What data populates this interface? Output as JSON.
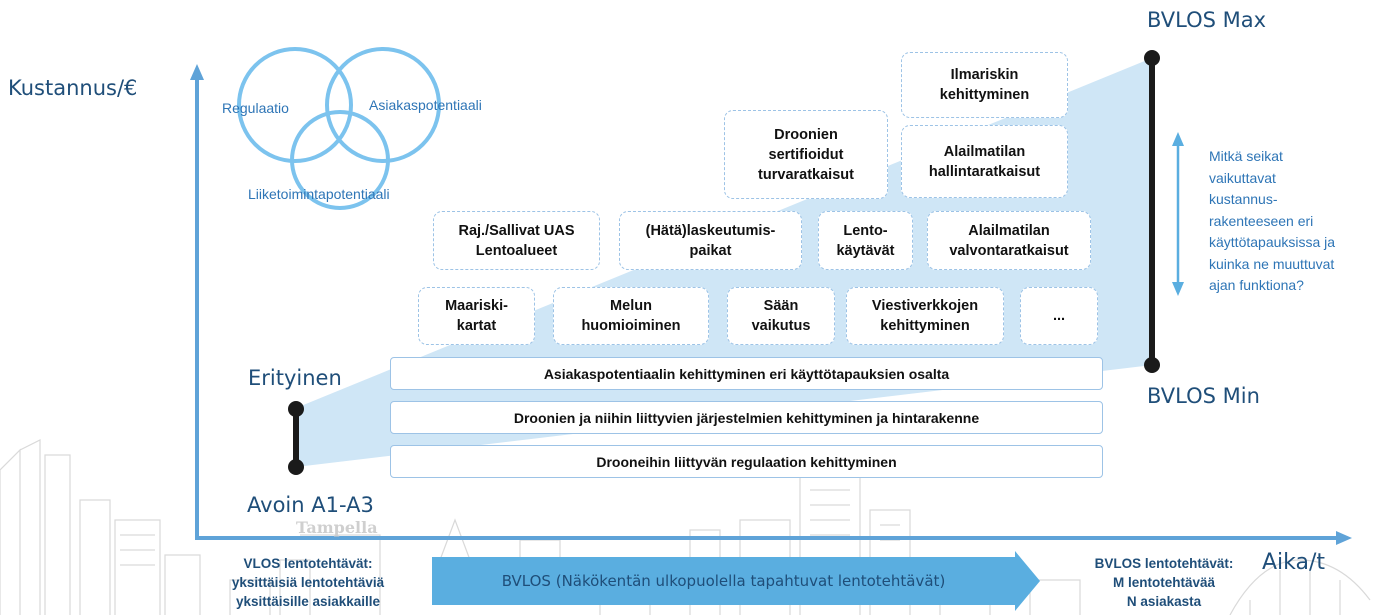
{
  "axes": {
    "y_label": "Kustannus/€",
    "x_label": "Aika/t"
  },
  "levels": {
    "bvlos_max": "BVLOS Max",
    "bvlos_min": "BVLOS Min",
    "erityinen": "Erityinen",
    "avoin": "Avoin A1-A3"
  },
  "venn": {
    "regulaatio": "Regulaatio",
    "asiakaspotentiaali": "Asiakaspotentiaali",
    "liiketoimintapotentiaali": "Liiketoimintapotentiaali"
  },
  "question": "Mitkä seikat\nvaikuttavat\nkustannus-\nrakenteeseen eri\nkäyttötapauksissa ja\nkuinka ne muuttuvat\najan funktiona?",
  "boxes": {
    "ilmariskin": "Ilmariskin\nkehittyminen",
    "droonien_sertifioidut": "Droonien\nsertifioidut\nturvaratkaisut",
    "alailmatilan_hallinta": "Alailmatilan\nhallintaratkaisut",
    "raj_sallivat": "Raj./Sallivat UAS\nLentoalueet",
    "hata": "(Hätä)laskeutumis-\npaikat",
    "lentokaytavat": "Lento-\nkäytävät",
    "alailmatilan_valvonta": "Alailmatilan\nvalvontaratkaisut",
    "maariski": "Maariski-\nkartat",
    "melun": "Melun\nhuomioiminen",
    "saan": "Sään\nvaikutus",
    "viestiverkkojen": "Viestiverkkojen\nkehittyminen",
    "ellipsis": "..."
  },
  "bars": {
    "asiakaspotentiaalin": "Asiakaspotentiaalin kehittyminen eri käyttötapauksien osalta",
    "droonien": "Droonien ja niihin liittyvien järjestelmien kehittyminen ja hintarakenne",
    "regulaation": "Drooneihin liittyvän regulaation kehittyminen"
  },
  "bottom": {
    "vlos": "VLOS lentotehtävät:\nyksittäisiä lentotehtäviä\nyksittäisille asiakkaille",
    "arrow": "BVLOS (Näkökentän ulkopuolella tapahtuvat lentotehtävät)",
    "bvlos": "BVLOS lentotehtävät:\nM lentotehtävää\nN asiakasta"
  },
  "watermark": "Tampella",
  "colors": {
    "axis": "#5fa3d8",
    "wedge": "#cfe6f6",
    "dark_text": "#1f4e79",
    "arrow": "#5aaee0"
  }
}
